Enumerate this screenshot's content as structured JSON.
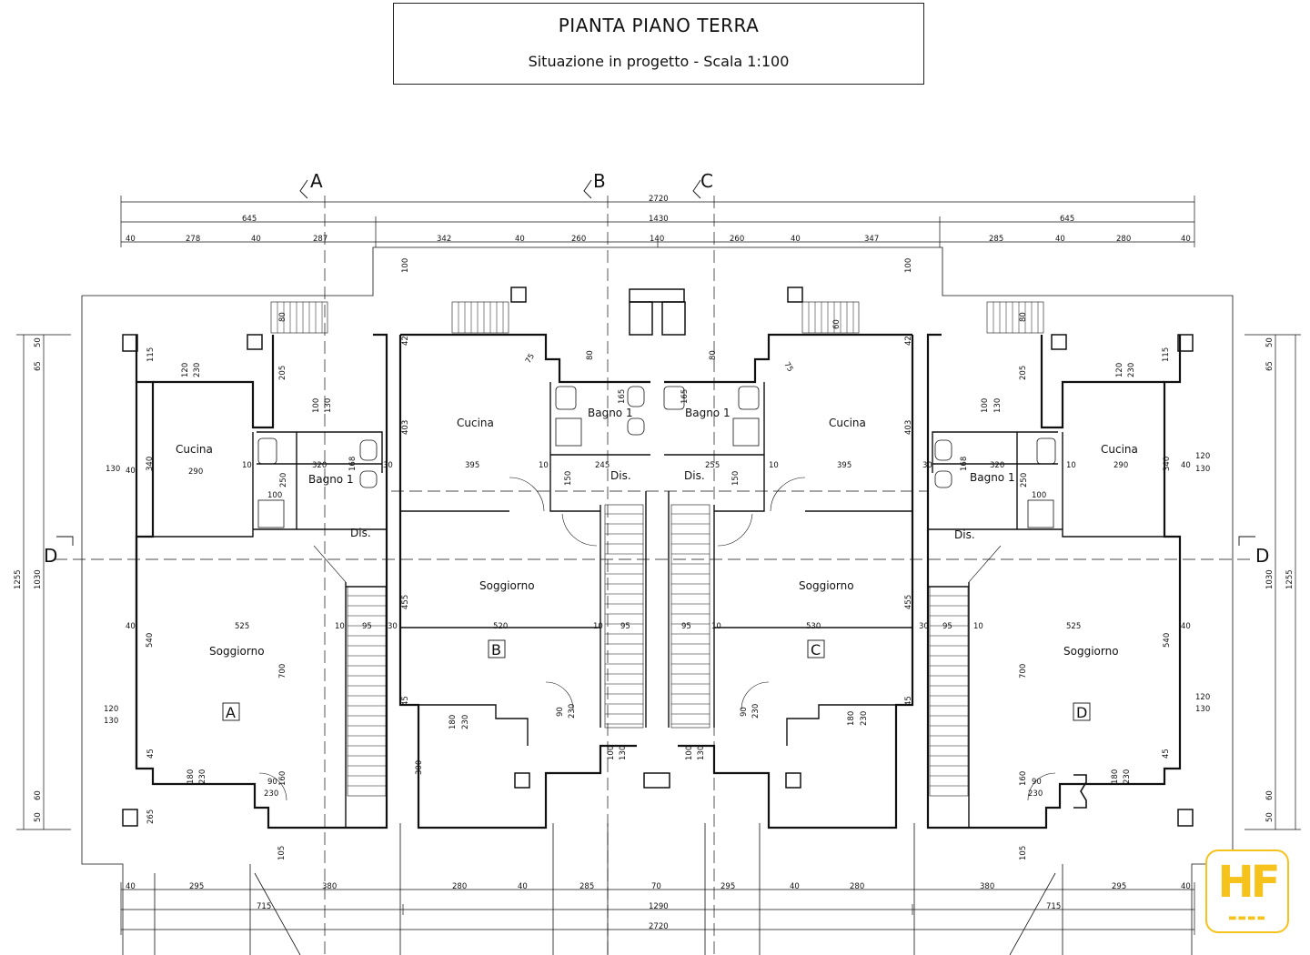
{
  "title": {
    "main": "PIANTA PIANO TERRA",
    "subtitle": "Situazione in progetto - Scala 1:100"
  },
  "sections": {
    "a": "A",
    "b": "B",
    "c": "C",
    "d": "D"
  },
  "units": {
    "a": "A",
    "b": "B",
    "c": "C",
    "d": "D"
  },
  "rooms": {
    "cucina": "Cucina",
    "bagno": "Bagno 1",
    "dis": "Dis.",
    "soggiorno": "Soggiorno"
  },
  "dims_top": {
    "total": "2720",
    "left_half": "645",
    "center": "1430",
    "right_half": "645",
    "d40": "40",
    "d278": "278",
    "d287": "287",
    "d342": "342",
    "d260": "260",
    "d140": "140",
    "d347": "347",
    "d285": "285",
    "d280": "280"
  },
  "dims_bottom": {
    "d40": "40",
    "d295": "295",
    "d380": "380",
    "d280": "280",
    "d285": "285",
    "d70": "70",
    "left_half": "715",
    "center": "1290",
    "right_half": "715",
    "total": "2720"
  },
  "dims_side": {
    "d1255": "1255",
    "d1030": "1030",
    "d50": "50",
    "d65": "65",
    "d60": "60"
  },
  "dims_inner": {
    "d525": "525",
    "d520": "520",
    "d530": "530",
    "d395": "395",
    "d320": "320",
    "d290": "290",
    "d245": "245",
    "d255": "255",
    "d700": "700",
    "d540": "540",
    "d455": "455",
    "d403": "403",
    "d340": "340",
    "d300": "300",
    "d265": "265",
    "d205": "205",
    "d115": "115",
    "d105": "105",
    "d100": "100",
    "d130": "130",
    "d120": "120",
    "d230": "230",
    "d180": "180",
    "d90": "90",
    "d95": "95",
    "d80": "80",
    "d45": "45",
    "d30": "30",
    "d10": "10",
    "d250": "250",
    "d168": "168",
    "d150": "150",
    "d165": "165",
    "d160": "160",
    "d75": "75",
    "d42": "42",
    "d60": "60"
  }
}
